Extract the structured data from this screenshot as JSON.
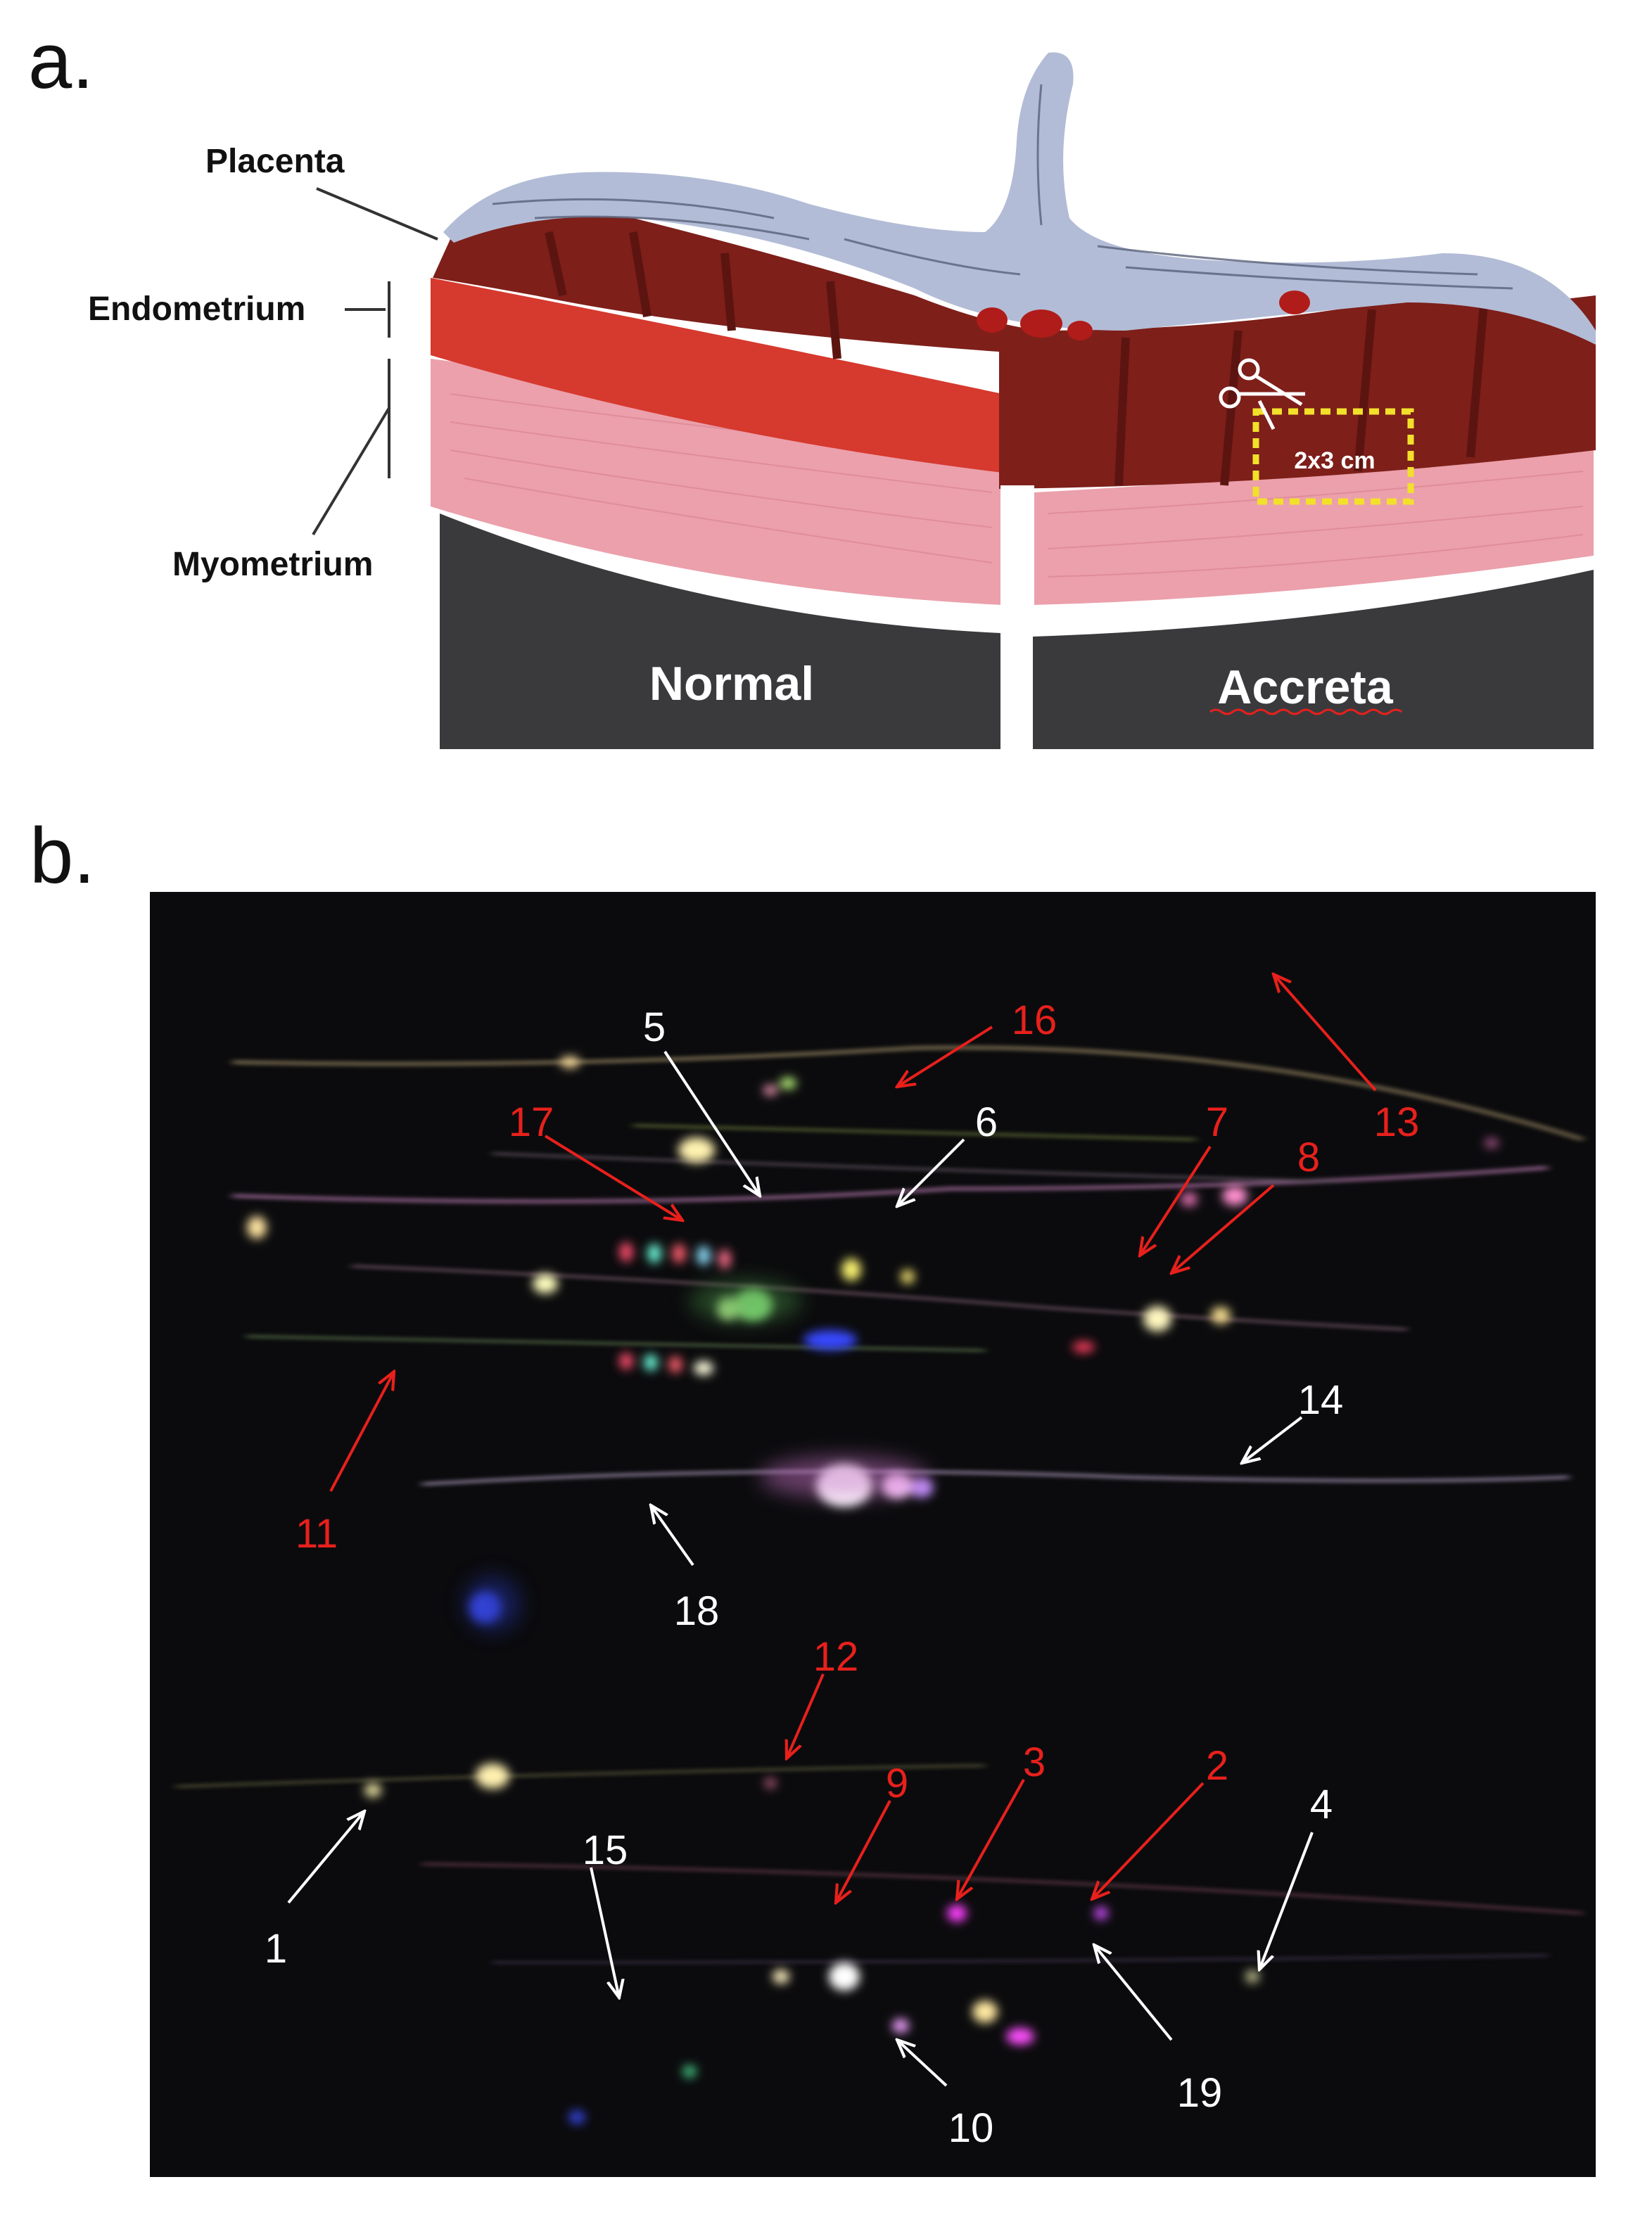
{
  "panel_a": {
    "letter": "a.",
    "labels": {
      "placenta": "Placenta",
      "endometrium": "Endometrium",
      "myometrium": "Myometrium"
    },
    "bands": {
      "normal": "Normal",
      "accreta": "Accreta"
    },
    "sample_size": "2x3 cm",
    "colors": {
      "placenta": "#b3bcd6",
      "endometrium": "#d6392e",
      "accreta_tissue": "#7e1f1a",
      "myometrium": "#eba0ab",
      "band": "#3a3a3d",
      "sample_box": "#f2e02b"
    }
  },
  "panel_b": {
    "letter": "b.",
    "spots": [
      {
        "label": "1",
        "color": "white"
      },
      {
        "label": "2",
        "color": "red"
      },
      {
        "label": "3",
        "color": "red"
      },
      {
        "label": "4",
        "color": "white"
      },
      {
        "label": "5",
        "color": "white"
      },
      {
        "label": "6",
        "color": "white"
      },
      {
        "label": "7",
        "color": "red"
      },
      {
        "label": "8",
        "color": "red"
      },
      {
        "label": "9",
        "color": "red"
      },
      {
        "label": "10",
        "color": "white"
      },
      {
        "label": "11",
        "color": "red"
      },
      {
        "label": "12",
        "color": "red"
      },
      {
        "label": "13",
        "color": "red"
      },
      {
        "label": "14",
        "color": "white"
      },
      {
        "label": "15",
        "color": "white"
      },
      {
        "label": "16",
        "color": "red"
      },
      {
        "label": "17",
        "color": "red"
      },
      {
        "label": "18",
        "color": "white"
      },
      {
        "label": "19",
        "color": "white"
      }
    ],
    "colors": {
      "gel_background": "#0b0b0d",
      "red_label": "#e8201c",
      "white_label": "#ffffff"
    }
  }
}
